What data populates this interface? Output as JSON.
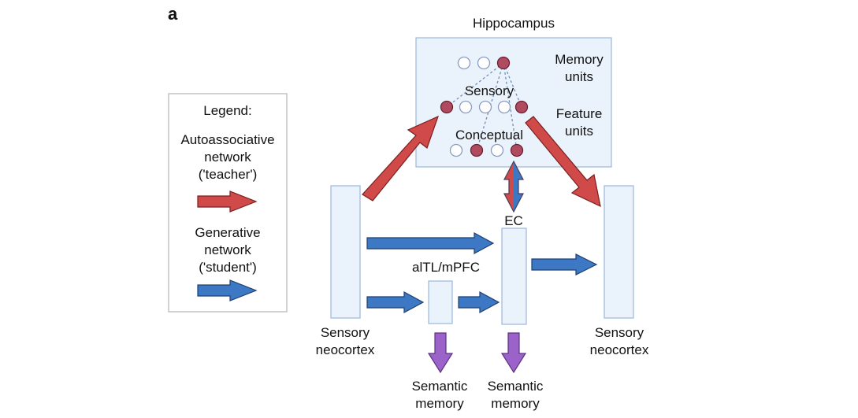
{
  "panel_label": "a",
  "legend": {
    "title": "Legend:",
    "teacher": [
      "Autoassociative",
      "network",
      "('teacher')"
    ],
    "student": [
      "Generative",
      "network",
      "('student')"
    ]
  },
  "hippocampus": {
    "title": "Hippocampus",
    "memory_units": [
      "Memory",
      "units"
    ],
    "feature_units": [
      "Feature",
      "units"
    ],
    "sensory": "Sensory",
    "conceptual": "Conceptual"
  },
  "labels": {
    "ec": "EC",
    "altl": "alTL/mPFC",
    "sensory_left": [
      "Sensory",
      "neocortex"
    ],
    "sensory_right": [
      "Sensory",
      "neocortex"
    ],
    "semantic_1": [
      "Semantic",
      "memory"
    ],
    "semantic_2": [
      "Semantic",
      "memory"
    ]
  },
  "colors": {
    "teacher_arrow": "#d04a4a",
    "teacher_stroke": "#7a1f1f",
    "student_arrow": "#3d78c4",
    "student_stroke": "#1f3f70",
    "semantic_arrow": "#9b62c9",
    "semantic_stroke": "#5a3380",
    "box_fill": "#eaf2fb",
    "box_stroke": "#9ab6dc",
    "unit_active": "#b04a5e"
  }
}
